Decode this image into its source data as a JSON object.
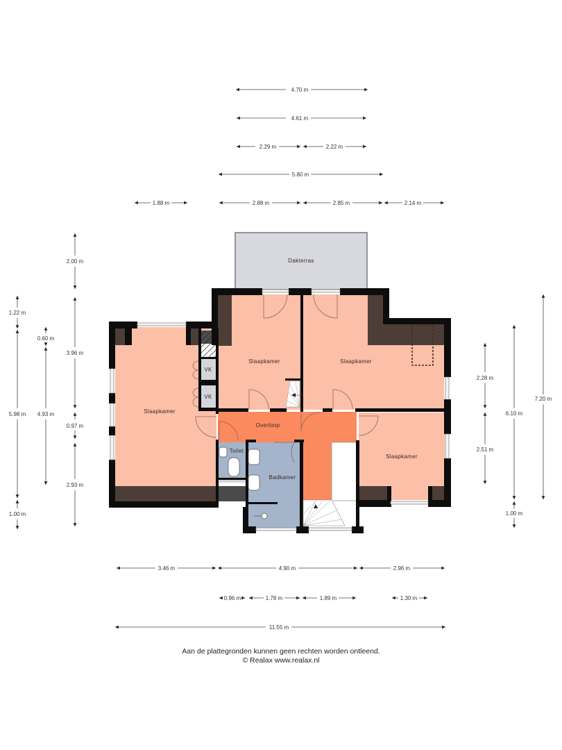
{
  "plan": {
    "colors": {
      "bedroom": "#fcbfa8",
      "landing": "#fb8a5f",
      "bathroom": "#a3b4cb",
      "terrace": "#d7d9de",
      "closet": "#d3d6db",
      "wall": "#0d0d0d",
      "roof_slope": "#4d3d37",
      "dimension_line": "#444444"
    },
    "rooms": {
      "dakterras": "Dakterras",
      "slaapkamer_left": "Slaapkamer",
      "slaapkamer_top_mid": "Slaapkamer",
      "slaapkamer_top_right": "Slaapkamer",
      "slaapkamer_bottom_right": "Slaapkamer",
      "overloop": "Overloop",
      "toilet": "Toilet",
      "badkamer": "Badkamer",
      "vk_1": "VK",
      "vk_2": "VK"
    },
    "dimensions": {
      "top": [
        {
          "label": "4.70 m"
        },
        {
          "label": "4.61 m"
        },
        {
          "label": "2.29 m"
        },
        {
          "label": "2.22 m"
        },
        {
          "label": "5.80 m"
        },
        {
          "label": "1.88 m"
        },
        {
          "label": "2.88 m"
        },
        {
          "label": "2.85 m"
        },
        {
          "label": "2.14 m"
        }
      ],
      "left": [
        {
          "label": "2.00 m"
        },
        {
          "label": "1.22 m"
        },
        {
          "label": "0.60 m"
        },
        {
          "label": "3.96 m"
        },
        {
          "label": "5.98 m"
        },
        {
          "label": "4.93 m"
        },
        {
          "label": "0.97 m"
        },
        {
          "label": "2.93 m"
        },
        {
          "label": "1.00 m"
        }
      ],
      "right": [
        {
          "label": "2.28 m"
        },
        {
          "label": "6.10 m"
        },
        {
          "label": "7.20 m"
        },
        {
          "label": "2.51 m"
        },
        {
          "label": "1.00 m"
        }
      ],
      "bottom": [
        {
          "label": "3.46 m"
        },
        {
          "label": "4.90 m"
        },
        {
          "label": "2.96 m"
        },
        {
          "label": "0.96 m"
        },
        {
          "label": "1.78 m"
        },
        {
          "label": "1.89 m"
        },
        {
          "label": "1.30 m"
        },
        {
          "label": "11.55 m"
        }
      ]
    }
  },
  "footer": {
    "disclaimer": "Aan de plattegronden kunnen geen rechten worden ontleend.",
    "copyright": "© Realax www.realax.nl"
  }
}
